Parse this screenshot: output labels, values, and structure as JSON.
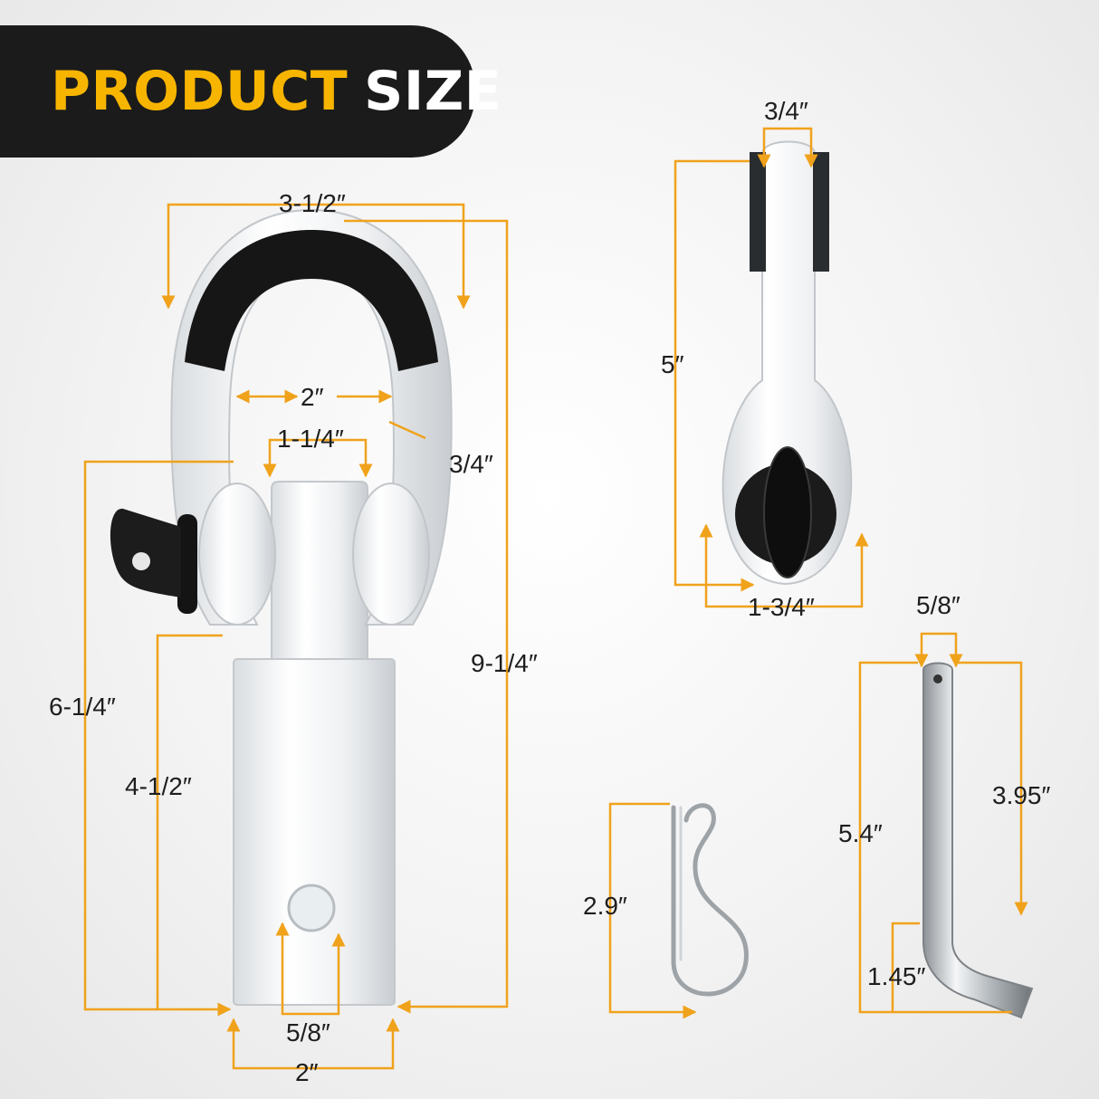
{
  "header": {
    "word1": "PRODUCT",
    "word2": "SIZE"
  },
  "colors": {
    "accent": "#f8b500",
    "banner": "#1b1b1b",
    "line": "#f0a21b"
  },
  "dimensions": {
    "shackle_width": "3-1/2″",
    "shackle_inner": "2″",
    "shackle_throat": "1-1/4″",
    "shackle_pin": "3/4″",
    "total_height": "9-1/4″",
    "receiver_height": "6-1/4″",
    "tube_length": "4-1/2″",
    "pin_hole": "5/8″",
    "receiver_width": "2″",
    "side_width": "3/4″",
    "side_height": "5″",
    "side_base": "1-3/4″",
    "clip_height": "2.9″",
    "pin_diameter": "5/8″",
    "pin_length": "5.4″",
    "pin_straight": "3.95″",
    "pin_bend": "1.45″"
  }
}
